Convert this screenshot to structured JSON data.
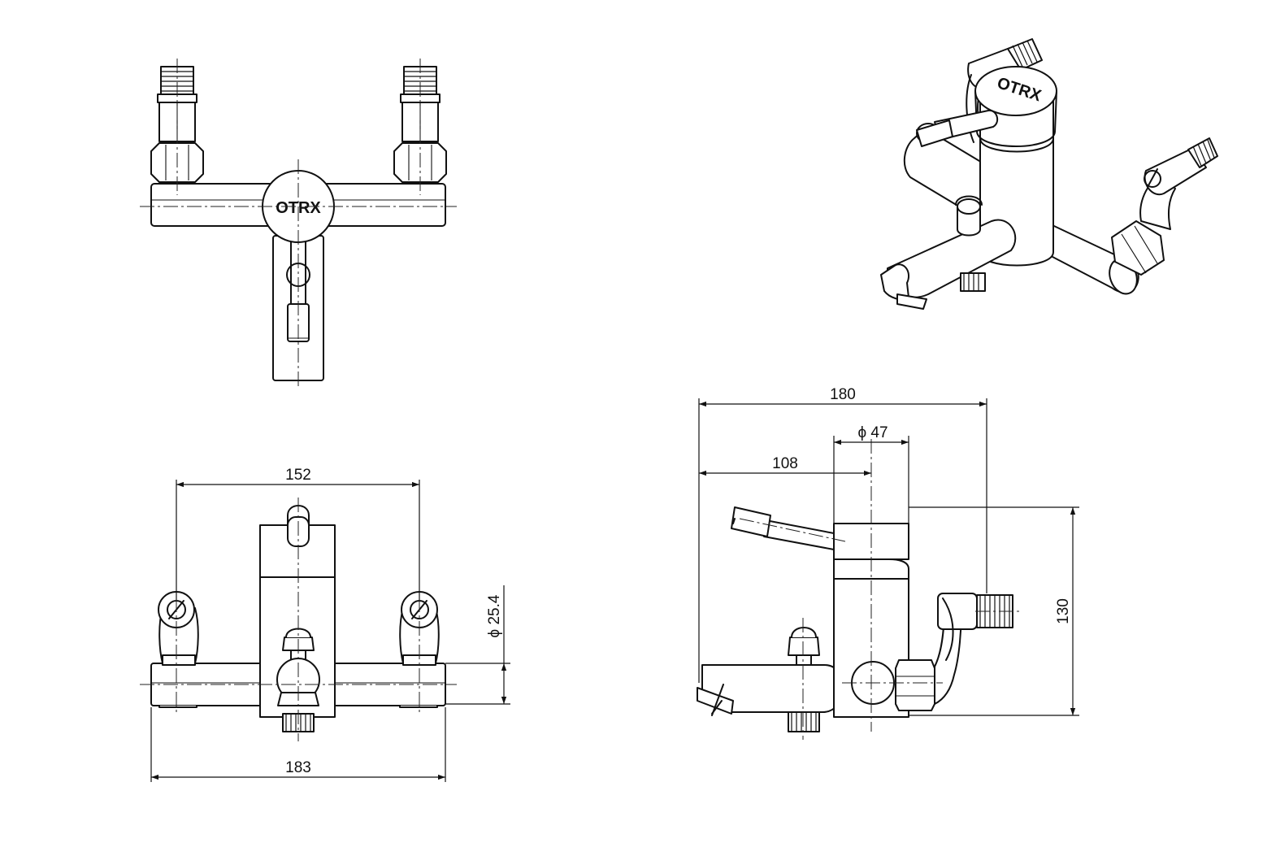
{
  "logo": {
    "text": "OTRX"
  },
  "dimensions": {
    "front_width_outer": "183",
    "front_width_centers": "152",
    "front_diameter": "ϕ 25.4",
    "side_total_length": "180",
    "side_body_diameter": "ϕ 47",
    "side_axis_offset": "108",
    "side_height": "130"
  }
}
